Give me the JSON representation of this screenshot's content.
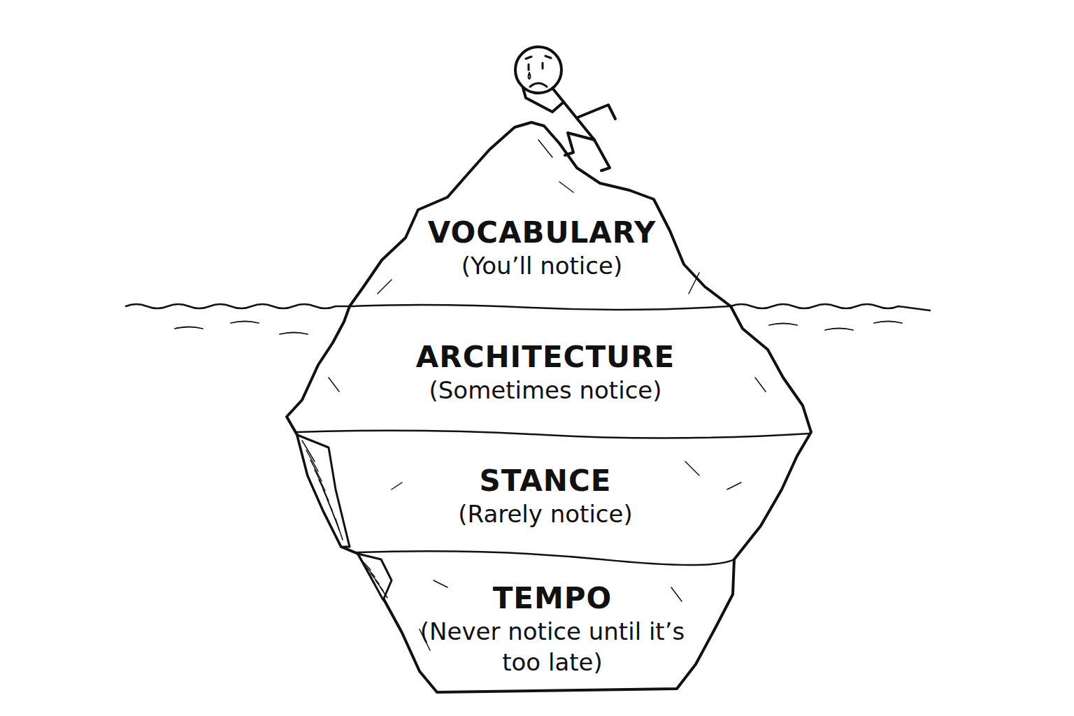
{
  "diagram": {
    "nodes": [
      {
        "text": [
          "VOCABULARY",
          "(You’ll notice)"
        ]
      },
      {
        "text": [
          "ARCHITECTURE",
          "(Sometimes notice)"
        ]
      },
      {
        "text": [
          "STANCE",
          "(Rarely notice)"
        ]
      },
      {
        "text": [
          "TEMPO",
          "(Never notice until it’s too late)"
        ]
      }
    ],
    "edges": []
  }
}
